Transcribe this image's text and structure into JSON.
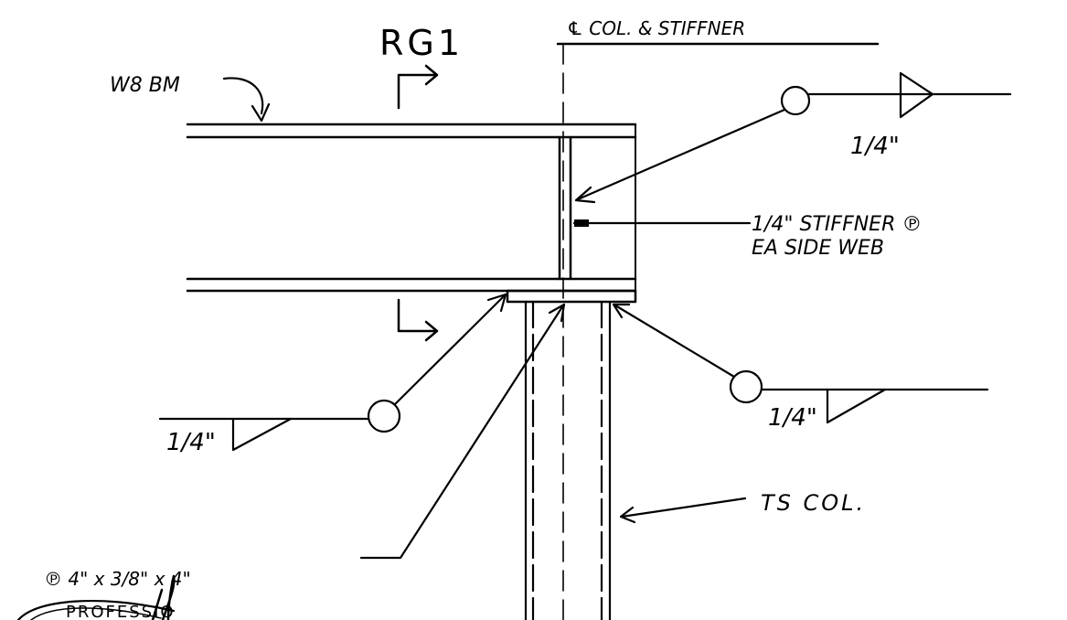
{
  "section_mark": "RG1",
  "labels": {
    "beam": "W8 BM",
    "centerline": "℄ COL. & STIFFNER",
    "stiffener_note_1": "1/4\" STIFFNER ℗",
    "stiffener_note_2": "EA SIDE WEB",
    "column": "TS COL.",
    "plate": "℗ 4\" x 3/8\" x 4\""
  },
  "welds": {
    "top_right": "1/4\"",
    "bottom_left": "1/4\"",
    "bottom_right": "1/4\""
  },
  "seal": {
    "text": "PROFESSIO"
  },
  "colors": {
    "ink": "#000000",
    "paper": "#ffffff"
  }
}
